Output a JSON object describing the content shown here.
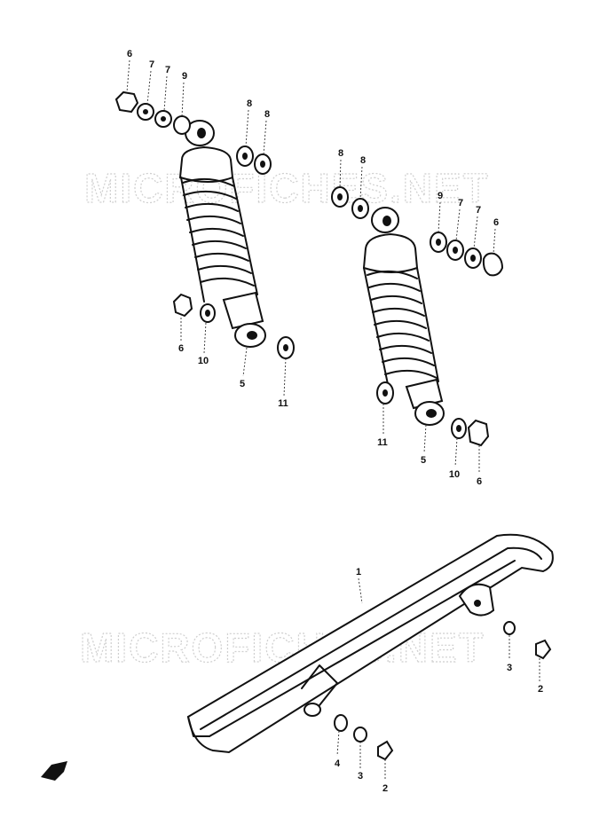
{
  "watermark": {
    "text": "MICROFICHES.NET"
  },
  "colors": {
    "ink": "#111111",
    "watermark": "#cfcfcf",
    "background": "#ffffff"
  },
  "callouts": {
    "c1": "6",
    "c2": "7",
    "c3": "7",
    "c4": "9",
    "c5": "8",
    "c6": "8",
    "c7": "6",
    "c8": "10",
    "c9": "5",
    "c10": "11",
    "c11": "8",
    "c12": "8",
    "c13": "9",
    "c14": "7",
    "c15": "7",
    "c16": "6",
    "c17": "11",
    "c18": "5",
    "c19": "10",
    "c20": "6",
    "c21": "1",
    "c22": "3",
    "c23": "2",
    "c24": "4",
    "c25": "3",
    "c26": "2"
  },
  "icons": {
    "front_arrow": "front-direction-arrow-icon"
  }
}
